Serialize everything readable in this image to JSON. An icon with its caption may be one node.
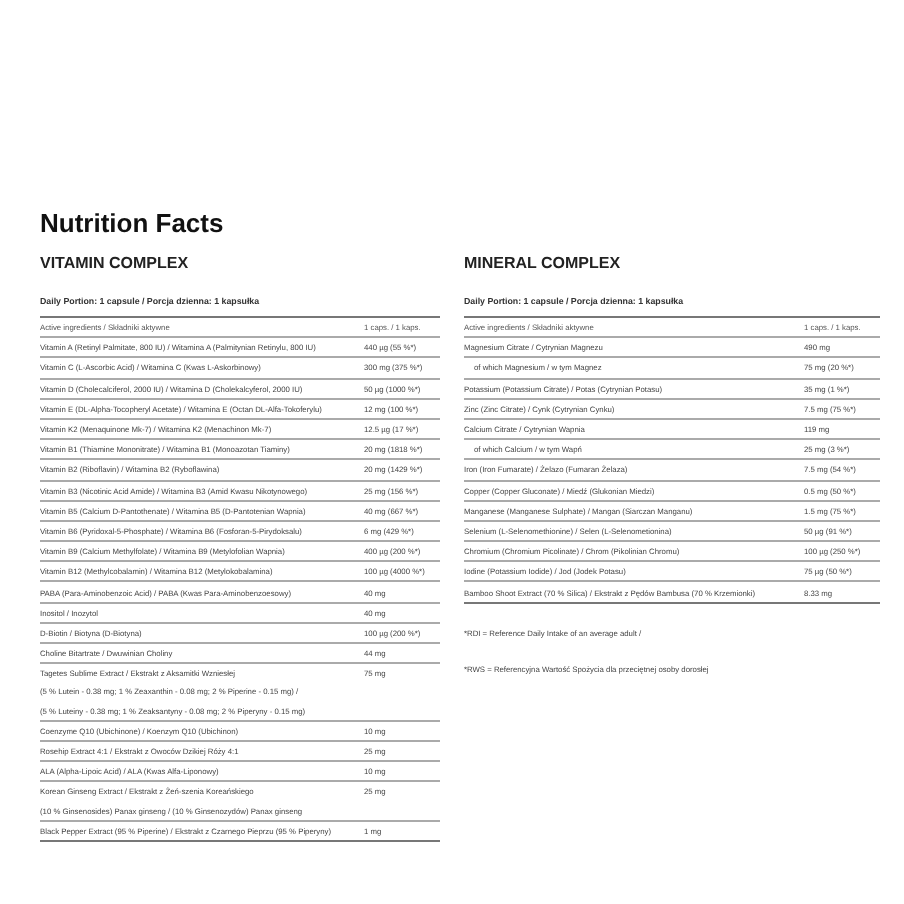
{
  "diagram": {
    "title": "Nutrition Facts",
    "labels": [
      "VITAMIN COMPLEX",
      "Daily Portion: 1 capsule / Porcja dzienna: 1 kapsułka",
      "Active ingredients / Składniki aktywne",
      "1 caps. / 1 kaps.",
      "Vitamin A (Retinyl Palmitate, 800 IU) / Witamina A (Palmitynian Retinylu, 800 IU)",
      "440 µg (55 %*)",
      "Vitamin C (L-Ascorbic Acid) / Witamina C (Kwas L-Askorbinowy)",
      "300 mg (375 %*)",
      "Vitamin D (Cholecalciferol, 2000 IU) / Witamina D (Cholekalcyferol, 2000 IU)",
      "50 µg (1000 %*)",
      "Vitamin E (DL-Alpha-Tocopheryl Acetate) / Witamina E (Octan DL-Alfa-Tokoferylu)",
      "12 mg (100 %*)",
      "Vitamin K2 (Menaquinone Mk-7) / Witamina K2 (Menachinon Mk-7)",
      "12.5 µg (17 %*)",
      "Vitamin B1 (Thiamine Mononitrate) / Witamina B1 (Monoazotan Tiaminy)",
      "20 mg (1818 %*)",
      "Vitamin B2 (Riboflavin) / Witamina B2 (Ryboflawina)",
      "20 mg (1429 %*)",
      "Vitamin B3 (Nicotinic Acid Amide) / Witamina B3 (Amid Kwasu Nikotynowego)",
      "25 mg (156 %*)",
      "Vitamin B5 (Calcium D-Pantothenate) / Witamina B5 (D-Pantotenian Wapnia)",
      "40 mg (667 %*)",
      "Vitamin B6 (Pyridoxal-5-Phosphate) / Witamina B6 (Fosforan-5-Pirydoksalu)",
      "6 mg (429 %*)",
      "Vitamin B9 (Calcium Methylfolate) / Witamina B9 (Metylofolian Wapnia)",
      "400 µg (200 %*)",
      "Vitamin B12 (Methylcobalamin) / Witamina B12 (Metylokobalamina)",
      "100 µg (4000 %*)",
      "PABA (Para-Aminobenzoic Acid) / PABA (Kwas Para-Aminobenzoesowy)",
      "40 mg",
      "Inositol / Inozytol",
      "40 mg",
      "D-Biotin / Biotyna (D-Biotyna)",
      "100 µg (200 %*)",
      "Choline Bitartrate / Dwuwinian Choliny",
      "44 mg",
      "Tagetes Sublime Extract / Ekstrakt z Aksamitki Wzniesłej",
      "75 mg",
      "(5 % Lutein - 0.38 mg; 1 % Zeaxanthin - 0.08 mg; 2 % Piperine - 0.15 mg) /",
      "(5 % Luteiny - 0.38 mg; 1 % Zeaksantyny - 0.08 mg; 2 % Piperyny - 0.15 mg)",
      "Coenzyme Q10 (Ubichinone) / Koenzym Q10 (Ubichinon)",
      "10 mg",
      "Rosehip Extract 4:1 / Ekstrakt z Owoców Dzikiej Róży 4:1",
      "25 mg",
      "ALA (Alpha-Lipoic Acid) / ALA (Kwas Alfa-Liponowy)",
      "10 mg",
      "Korean Ginseng Extract / Ekstrakt z Żeń-szenia Koreańskiego",
      "25 mg",
      "(10 % Ginsenosides) Panax ginseng / (10 % Ginsenozydów) Panax ginseng",
      "Black Pepper Extract (95 % Piperine) / Ekstrakt z Czarnego Pieprzu (95 % Piperyny)",
      "1 mg",
      "MINERAL COMPLEX",
      "Daily Portion: 1 capsule / Porcja dzienna: 1 kapsułka",
      "Active ingredients / Składniki aktywne",
      "1 caps. / 1 kaps.",
      "Magnesium Citrate / Cytrynian Magnezu",
      "490 mg",
      "of which Magnesium / w tym Magnez",
      "75 mg (20 %*)",
      "Potassium (Potassium Citrate) / Potas (Cytrynian Potasu)",
      "35 mg (1 %*)",
      "Zinc (Zinc Citrate) / Cynk (Cytrynian Cynku)",
      "7.5 mg (75 %*)",
      "Calcium Citrate / Cytrynian Wapnia",
      "119 mg",
      "of which Calcium / w tym Wapń",
      "25 mg (3 %*)",
      "Iron (Iron Fumarate) / Żelazo (Fumaran Żelaza)",
      "7.5 mg (54 %*)",
      "Copper (Copper Gluconate) / Miedź (Glukonian Miedzi)",
      "0.5 mg (50 %*)",
      "Manganese (Manganese Sulphate) / Mangan (Siarczan Manganu)",
      "1.5 mg (75 %*)",
      "Selenium (L-Selenomethionine) / Selen (L-Selenometionina)",
      "50 µg (91 %*)",
      "Chromium (Chromium Picolinate) / Chrom (Pikolinian Chromu)",
      "100 µg (250 %*)",
      "Iodine (Potassium Iodide) / Jod (Jodek Potasu)",
      "75 µg (50 %*)",
      "Bamboo Shoot Extract (70 % Silica) / Ekstrakt z Pędów Bambusa (70 % Krzemionki)",
      "8.33 mg",
      "*RDI = Reference Daily Intake of an average adult /",
      "*RWS = Referencyjna Wartość Spożycia dla przeciętnej osoby dorosłej"
    ]
  }
}
